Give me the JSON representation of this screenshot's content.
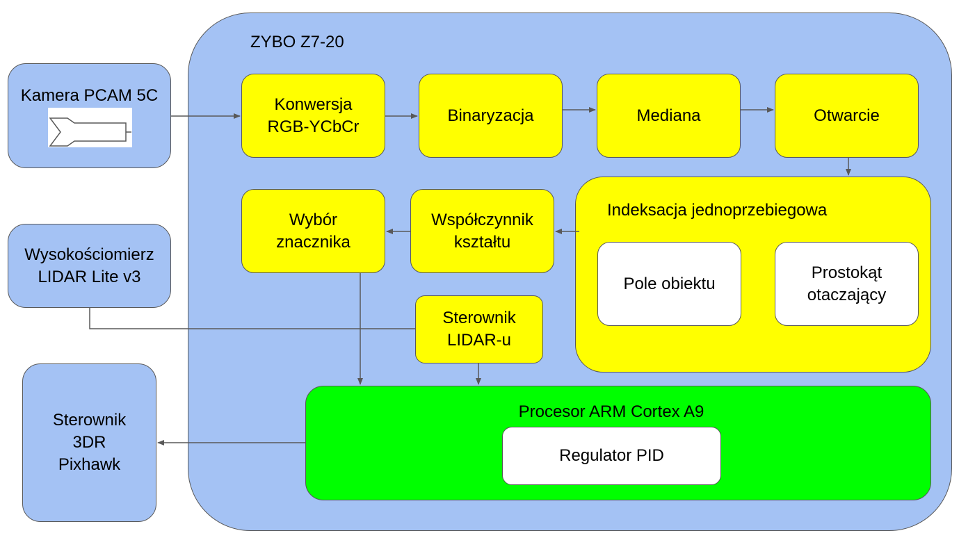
{
  "board": {
    "title": "ZYBO Z7-20"
  },
  "camera": {
    "label": "Kamera PCAM 5C",
    "icon": "video-camera-icon"
  },
  "lidar_sensor": {
    "label": "Wysokościomierz\nLIDAR Lite v3"
  },
  "flight_controller": {
    "label": "Sterownik\n3DR\nPixhawk"
  },
  "pipeline": {
    "conversion": "Konwersja\nRGB-YCbCr",
    "binarization": "Binaryzacja",
    "median": "Mediana",
    "opening": "Otwarcie",
    "shape_factor": "Współczynnik\nkształtu",
    "marker_selection": "Wybór\nznacznika"
  },
  "indexing": {
    "title": "Indeksacja jednoprzebiegowa",
    "object_area": "Pole obiektu",
    "bounding_box": "Prostokąt\notaczający"
  },
  "lidar_driver": {
    "label": "Sterownik\nLIDAR-u"
  },
  "processor": {
    "title": "Procesor ARM Cortex A9",
    "pid": "Regulator PID"
  },
  "colors": {
    "board_fill": "#a4c2f4",
    "block_fill": "#ffff00",
    "processor_fill": "#00ff00",
    "inner_fill": "#ffffff",
    "line": "#595959"
  }
}
